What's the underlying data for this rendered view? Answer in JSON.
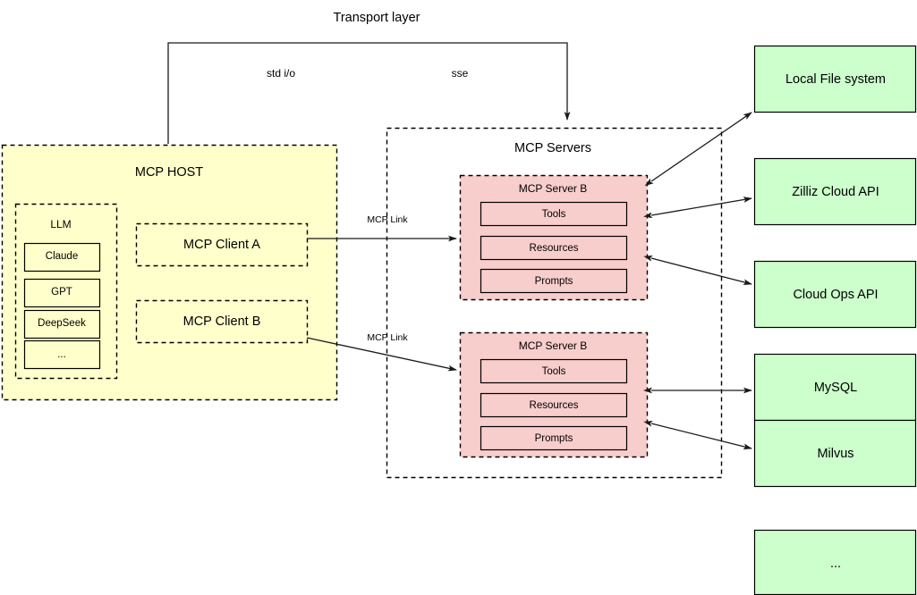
{
  "diagram": {
    "title": "Transport layer",
    "transport": {
      "stdio_label": "std i/o",
      "sse_label": "sse"
    },
    "host": {
      "title": "MCP HOST",
      "llm": {
        "title": "LLM",
        "models": [
          "Claude",
          "GPT",
          "DeepSeek",
          "..."
        ]
      },
      "clients": [
        "MCP Client A",
        "MCP Client B"
      ]
    },
    "servers_group": {
      "title": "MCP Servers",
      "servers": [
        {
          "title": "MCP Server B",
          "capabilities": [
            "Tools",
            "Resources",
            "Prompts"
          ]
        },
        {
          "title": "MCP Server B",
          "capabilities": [
            "Tools",
            "Resources",
            "Prompts"
          ]
        }
      ]
    },
    "backends": [
      "Local File system",
      "Zilliz Cloud API",
      "Cloud Ops API",
      "MySQL",
      "Milvus",
      "..."
    ],
    "edge_labels": {
      "mcp_link_a": "MCP Link",
      "mcp_link_b": "MCP Link"
    },
    "colors": {
      "host_fill": "#ffffcc",
      "server_fill": "#f8cecc",
      "backend_fill": "#ccffcc",
      "stroke": "#000000"
    }
  }
}
